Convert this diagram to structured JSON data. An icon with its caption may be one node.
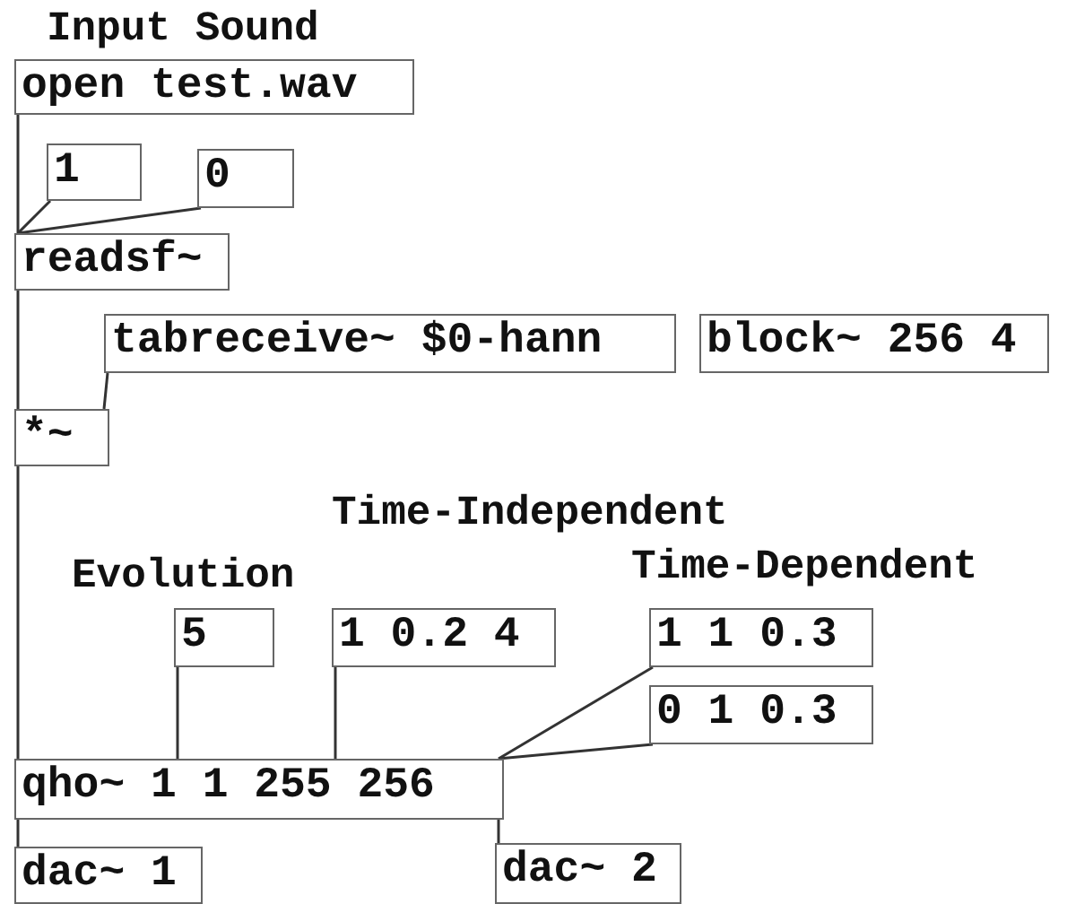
{
  "diagram": {
    "nodes": [
      {
        "text": [
          "open test.wav"
        ]
      },
      {
        "text": [
          "1"
        ]
      },
      {
        "text": [
          "0"
        ]
      },
      {
        "text": [
          "readsf~"
        ]
      },
      {
        "text": [
          "tabreceive~ $0-hann"
        ]
      },
      {
        "text": [
          "block~ 256 4"
        ]
      },
      {
        "text": [
          "*~"
        ]
      },
      {
        "text": [
          "5"
        ]
      },
      {
        "text": [
          "1 0.2 4"
        ]
      },
      {
        "text": [
          "1 1 0.3"
        ]
      },
      {
        "text": [
          "0 1 0.3"
        ]
      },
      {
        "text": [
          "qho~ 1 1 255 256"
        ]
      },
      {
        "text": [
          "dac~ 1"
        ]
      },
      {
        "text": [
          "dac~ 2"
        ]
      }
    ],
    "edges": [
      {
        "from": 0,
        "to": 3,
        "arrow": "none"
      },
      {
        "from": 1,
        "to": 3,
        "arrow": "none"
      },
      {
        "from": 2,
        "to": 3,
        "arrow": "none"
      },
      {
        "from": 3,
        "to": 6,
        "arrow": "none"
      },
      {
        "from": 4,
        "to": 6,
        "arrow": "none"
      },
      {
        "from": 6,
        "to": 11,
        "arrow": "none"
      },
      {
        "from": 7,
        "to": 11,
        "arrow": "none"
      },
      {
        "from": 8,
        "to": 11,
        "arrow": "none"
      },
      {
        "from": 9,
        "to": 11,
        "arrow": "none"
      },
      {
        "from": 10,
        "to": 11,
        "arrow": "none"
      },
      {
        "from": 11,
        "to": 12,
        "arrow": "none"
      },
      {
        "from": 11,
        "to": 13,
        "arrow": "none"
      }
    ],
    "labels": [
      "Input Sound",
      "Time-Independent",
      "Evolution",
      "Time-Dependent"
    ]
  }
}
